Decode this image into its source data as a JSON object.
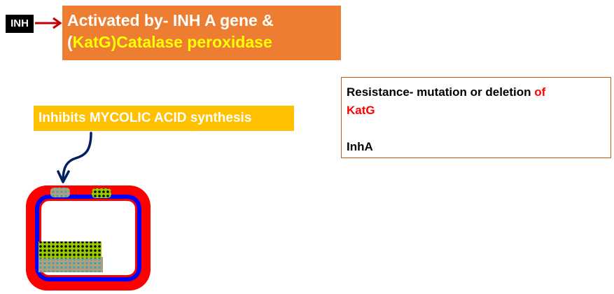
{
  "inh_label": "INH",
  "activation": {
    "line1": "Activated by- INH A gene &",
    "line2_prefix": "(",
    "line2_highlight": "KatG)Catalase peroxidase"
  },
  "inhibition": {
    "label": "Inhibits MYCOLIC ACID synthesis"
  },
  "resistance": {
    "line1_prefix": "Resistance- mutation or deletion ",
    "line1_red": "of",
    "line2_red": "KatG",
    "line3": "InhA"
  },
  "colors": {
    "orange": "#ED7D31",
    "gold": "#FFC000",
    "yellow_text": "#FFFF00",
    "red_text": "#FF0000",
    "arrow_dark_red": "#C00000",
    "arrow_navy": "#002060",
    "cell_outer": "#FF0000",
    "cell_inner": "#0000FF",
    "cell_pattern_green": "#99CC00"
  }
}
